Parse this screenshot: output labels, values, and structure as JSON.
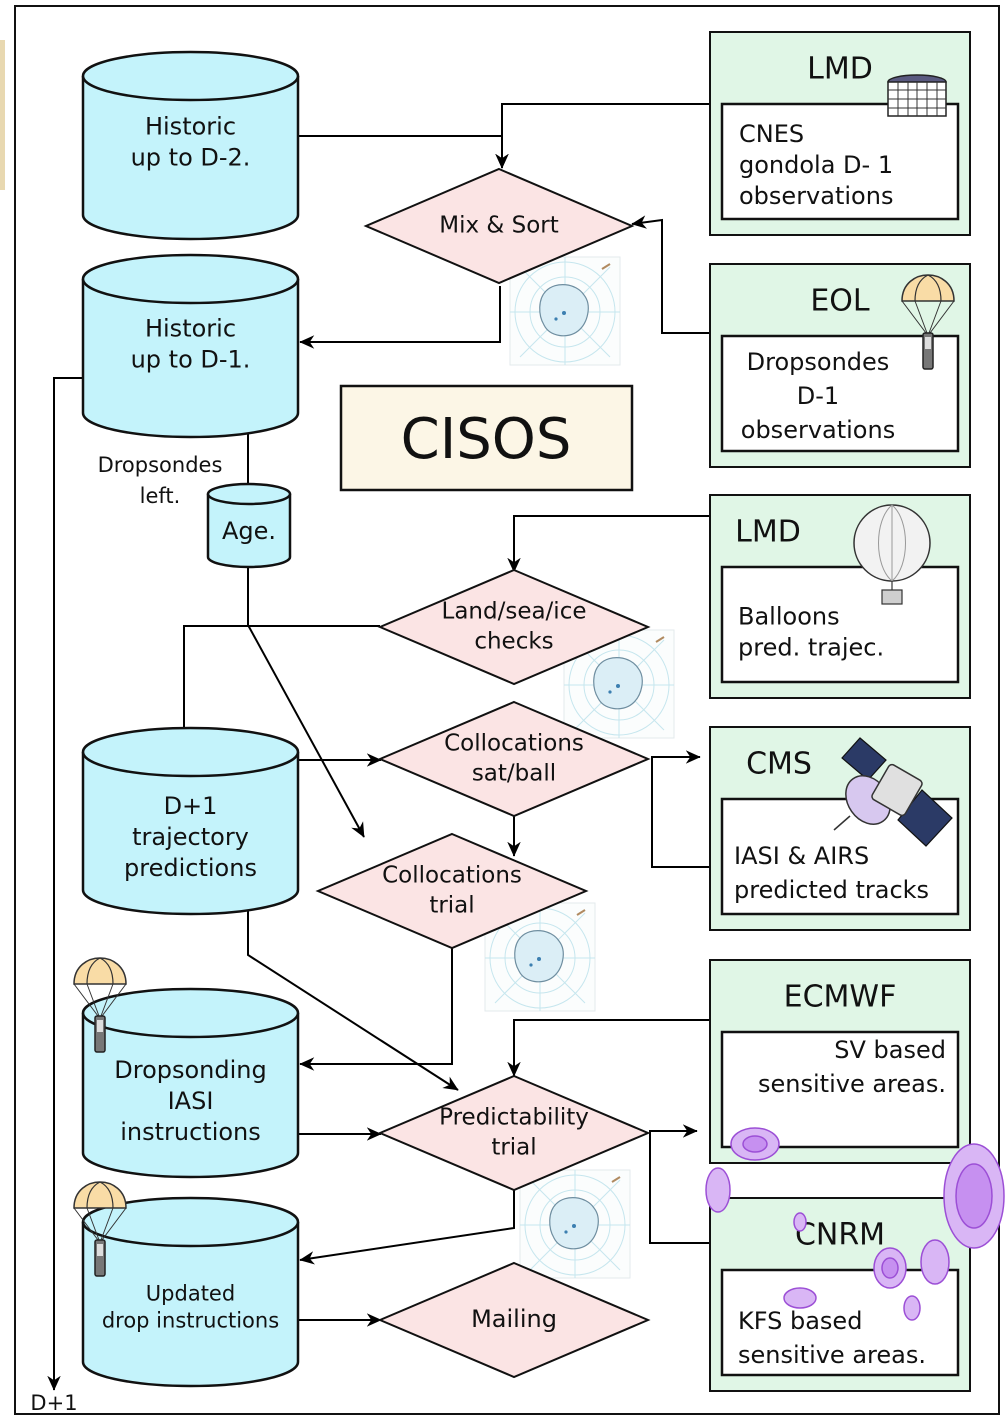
{
  "title": "CISOS",
  "final_label": "D+1",
  "dropsondes_left_label": [
    "Dropsondes",
    "left."
  ],
  "databases": {
    "historic_d2": [
      "Historic",
      "up to D-2."
    ],
    "historic_d1": [
      "Historic",
      "up to D-1."
    ],
    "age": [
      "Age."
    ],
    "trajectory": [
      "D+1",
      "trajectory",
      "predictions"
    ],
    "dropsonding": [
      "Dropsonding",
      "IASI",
      "instructions"
    ],
    "updated": [
      "Updated",
      "drop instructions"
    ]
  },
  "decisions": {
    "mix_sort": [
      "Mix & Sort"
    ],
    "land_sea_ice": [
      "Land/sea/ice",
      "checks"
    ],
    "coll_sat_ball": [
      "Collocations",
      "sat/ball"
    ],
    "coll_trial": [
      "Collocations",
      "trial"
    ],
    "predictability": [
      "Predictability",
      "trial"
    ],
    "mailing": [
      "Mailing"
    ]
  },
  "sources": {
    "lmd_cnes": {
      "header": "LMD",
      "lines": [
        "CNES",
        "gondola D- 1",
        "observations"
      ]
    },
    "eol": {
      "header": "EOL",
      "lines": [
        "Dropsondes",
        "D-1",
        "observations"
      ]
    },
    "lmd_balloons": {
      "header": "LMD",
      "lines": [
        "Balloons",
        "pred. trajec."
      ]
    },
    "cms": {
      "header": "CMS",
      "lines": [
        "IASI & AIRS",
        "predicted tracks"
      ]
    },
    "ecmwf": {
      "header": "ECMWF",
      "lines": [
        "SV based",
        "sensitive areas."
      ]
    },
    "cnrm": {
      "header": "CNRM",
      "lines": [
        "KFS based",
        "sensitive areas."
      ]
    }
  },
  "colors": {
    "database_fill": "#c4f3fb",
    "decision_fill": "#fbe4e4",
    "source_fill": "#e0f6e6",
    "title_fill": "#fcf6e6",
    "parachute": "#f9dca6",
    "contours": "#b873e6"
  },
  "icons": [
    "gondola-icon",
    "parachute-icon",
    "balloon-icon",
    "satellite-icon",
    "antarctica-map-icon",
    "sensitive-area-contours"
  ]
}
